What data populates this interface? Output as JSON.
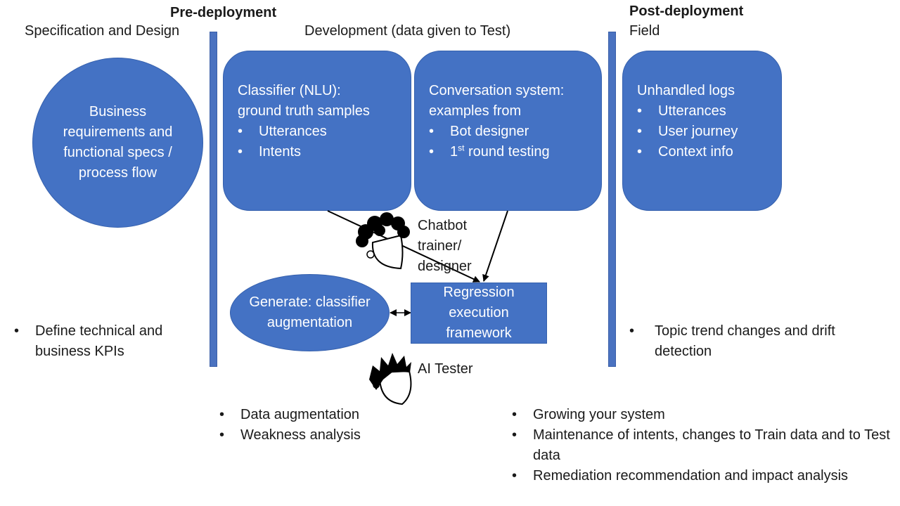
{
  "headers": {
    "pre": "Pre-deployment",
    "post": "Post-deployment",
    "spec": "Specification and Design",
    "dev": "Development (data given to Test)",
    "field": "Field"
  },
  "business_circle": {
    "text": "Business requirements and functional specs / process flow"
  },
  "classifier_card": {
    "title_line1": "Classifier (NLU):",
    "title_line2": "ground truth samples",
    "items": [
      "Utterances",
      "Intents"
    ]
  },
  "conversation_card": {
    "title_line1": "Conversation system:",
    "title_line2": "examples from",
    "item1": "Bot designer",
    "item2_pre": "1",
    "item2_sup": "st",
    "item2_post": " round testing"
  },
  "unhandled_card": {
    "title": "Unhandled logs",
    "items": [
      "Utterances",
      "User journey",
      "Context info"
    ]
  },
  "chatbot_trainer_label": "Chatbot trainer/ designer",
  "generate_ellipse": {
    "text": "Generate: classifier augmentation"
  },
  "regression_box": {
    "text": "Regression execution framework"
  },
  "ai_tester_label": "AI Tester",
  "kpi_list": [
    "Define technical and business KPIs"
  ],
  "drift_list": [
    "Topic trend changes and drift detection"
  ],
  "dev_list": [
    "Data augmentation",
    "Weakness analysis"
  ],
  "post_list": [
    "Growing your system",
    "Maintenance of intents, changes to Train data and to Test data",
    "Remediation recommendation and impact analysis"
  ],
  "colors": {
    "box_fill": "#4472c4",
    "box_border": "#3560ad",
    "divider": "#4a72c0"
  }
}
